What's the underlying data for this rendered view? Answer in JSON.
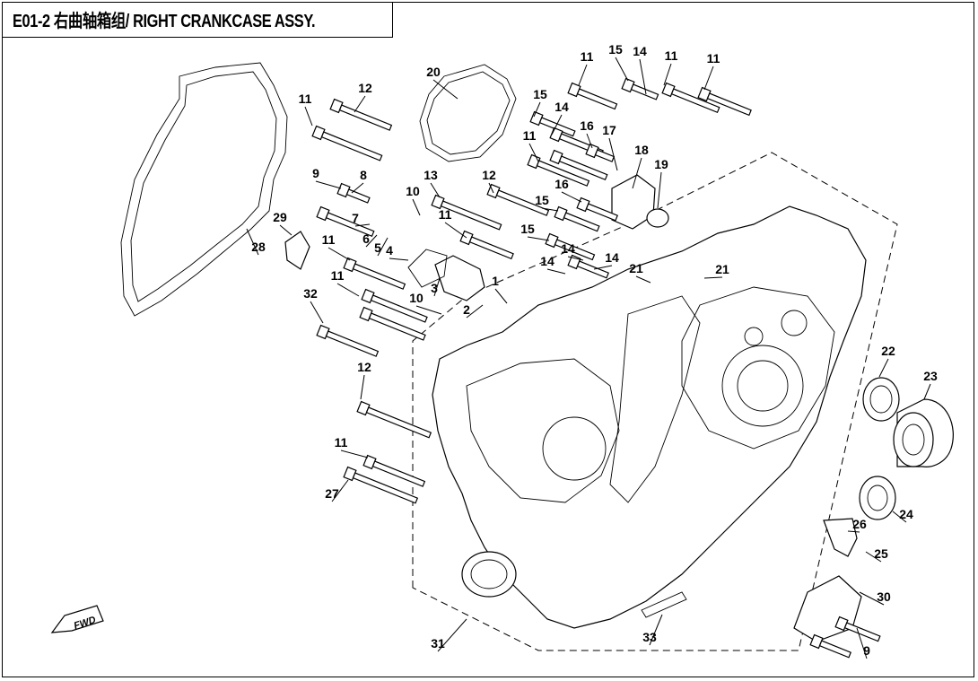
{
  "title": "E01-2 右曲轴箱组/ RIGHT CRANKCASE ASSY.",
  "fwd_label": "FWD",
  "callouts": [
    "1",
    "2",
    "3",
    "4",
    "5",
    "6",
    "7",
    "8",
    "9",
    "10",
    "11",
    "12",
    "13",
    "14",
    "15",
    "16",
    "17",
    "18",
    "19",
    "20",
    "21",
    "22",
    "23",
    "24",
    "25",
    "26",
    "27",
    "28",
    "29",
    "30",
    "31",
    "32",
    "33"
  ]
}
